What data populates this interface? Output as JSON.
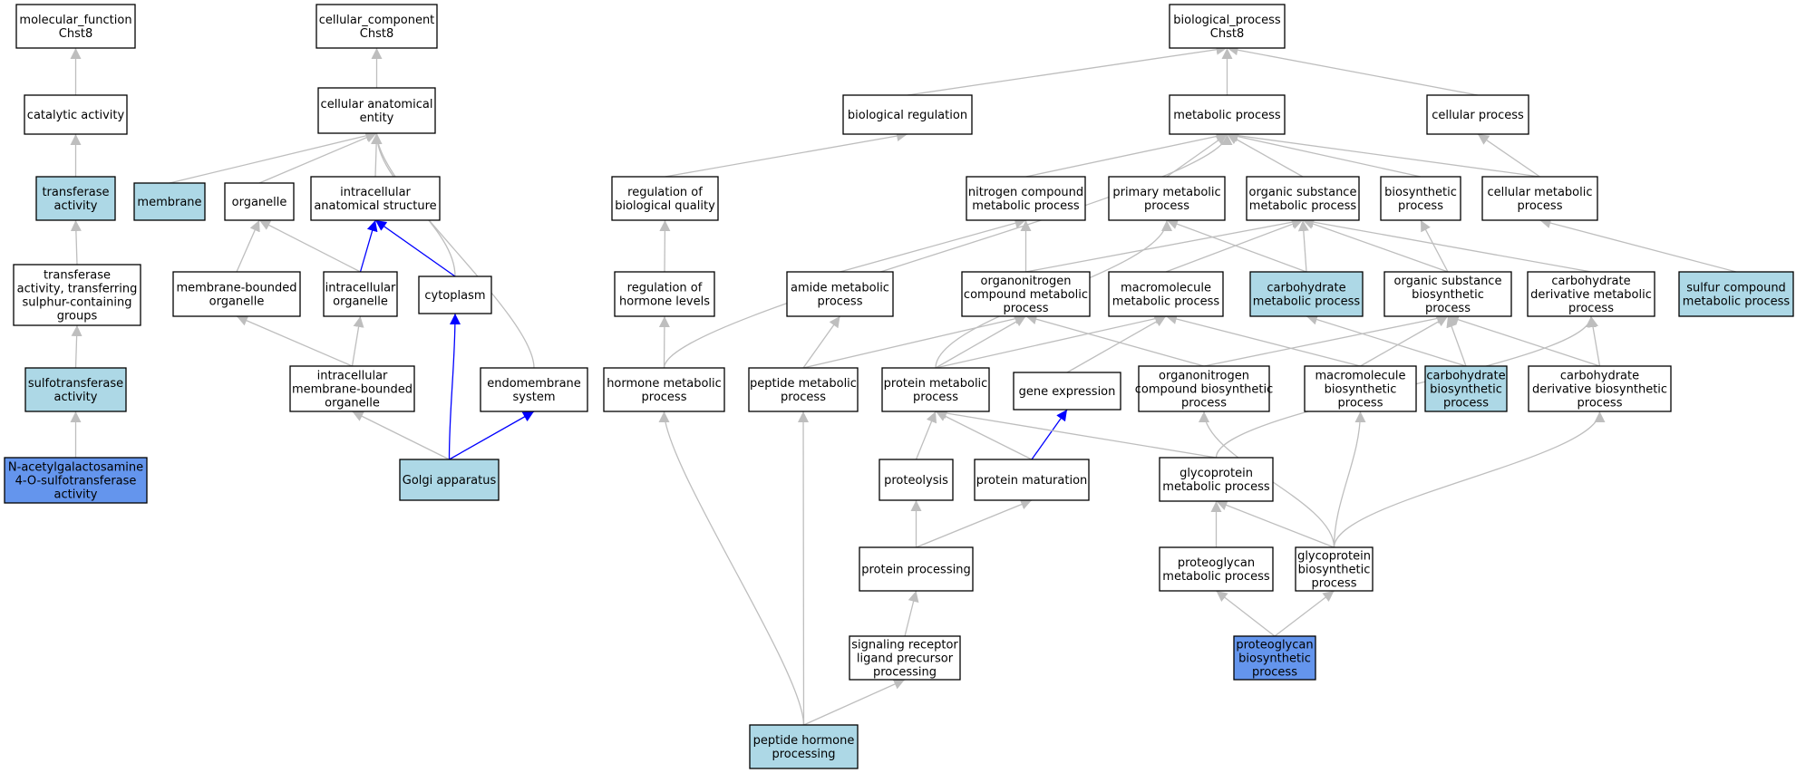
{
  "colors": {
    "default_fill": "#ffffff",
    "annotated_fill": "#add8e6",
    "query_fill": "#6495ed",
    "is_a_edge": "#bebebe",
    "part_of_edge": "#0000ff"
  },
  "nodes": [
    {
      "id": "mf",
      "lines": [
        "molecular_function",
        "Chst8"
      ],
      "style": "default"
    },
    {
      "id": "cc",
      "lines": [
        "cellular_component",
        "Chst8"
      ],
      "style": "default"
    },
    {
      "id": "bp",
      "lines": [
        "biological_process",
        "Chst8"
      ],
      "style": "default"
    },
    {
      "id": "catalytic",
      "lines": [
        "catalytic activity"
      ],
      "style": "default"
    },
    {
      "id": "cae",
      "lines": [
        "cellular anatomical",
        "entity"
      ],
      "style": "default"
    },
    {
      "id": "bioreg",
      "lines": [
        "biological regulation"
      ],
      "style": "default"
    },
    {
      "id": "metab",
      "lines": [
        "metabolic process"
      ],
      "style": "default"
    },
    {
      "id": "cellproc",
      "lines": [
        "cellular process"
      ],
      "style": "default"
    },
    {
      "id": "transferase",
      "lines": [
        "transferase",
        "activity"
      ],
      "style": "annotated"
    },
    {
      "id": "membrane",
      "lines": [
        "membrane"
      ],
      "style": "annotated"
    },
    {
      "id": "organelle",
      "lines": [
        "organelle"
      ],
      "style": "default"
    },
    {
      "id": "ias",
      "lines": [
        "intracellular",
        "anatomical structure"
      ],
      "style": "default"
    },
    {
      "id": "regbq",
      "lines": [
        "regulation of",
        "biological quality"
      ],
      "style": "default"
    },
    {
      "id": "ncmp",
      "lines": [
        "nitrogen compound",
        "metabolic process"
      ],
      "style": "default"
    },
    {
      "id": "pmp",
      "lines": [
        "primary metabolic",
        "process"
      ],
      "style": "default"
    },
    {
      "id": "osmp",
      "lines": [
        "organic substance",
        "metabolic process"
      ],
      "style": "default"
    },
    {
      "id": "biosyn",
      "lines": [
        "biosynthetic",
        "process"
      ],
      "style": "default"
    },
    {
      "id": "cmp",
      "lines": [
        "cellular metabolic",
        "process"
      ],
      "style": "default"
    },
    {
      "id": "tsulf",
      "lines": [
        "transferase",
        "activity, transferring",
        "sulphur-containing",
        "groups"
      ],
      "style": "default"
    },
    {
      "id": "mbo",
      "lines": [
        "membrane-bounded",
        "organelle"
      ],
      "style": "default"
    },
    {
      "id": "intorg",
      "lines": [
        "intracellular",
        "organelle"
      ],
      "style": "default"
    },
    {
      "id": "cytoplasm",
      "lines": [
        "cytoplasm"
      ],
      "style": "default"
    },
    {
      "id": "reghl",
      "lines": [
        "regulation of",
        "hormone levels"
      ],
      "style": "default"
    },
    {
      "id": "amide",
      "lines": [
        "amide metabolic",
        "process"
      ],
      "style": "default"
    },
    {
      "id": "oncmp",
      "lines": [
        "organonitrogen",
        "compound metabolic",
        "process"
      ],
      "style": "default"
    },
    {
      "id": "macromp",
      "lines": [
        "macromolecule",
        "metabolic process"
      ],
      "style": "default"
    },
    {
      "id": "carbmp",
      "lines": [
        "carbohydrate",
        "metabolic process"
      ],
      "style": "annotated"
    },
    {
      "id": "osbp",
      "lines": [
        "organic substance",
        "biosynthetic",
        "process"
      ],
      "style": "default"
    },
    {
      "id": "cdmp",
      "lines": [
        "carbohydrate",
        "derivative metabolic",
        "process"
      ],
      "style": "default"
    },
    {
      "id": "sulfcmp",
      "lines": [
        "sulfur compound",
        "metabolic process"
      ],
      "style": "annotated"
    },
    {
      "id": "sulfotrans",
      "lines": [
        "sulfotransferase",
        "activity"
      ],
      "style": "annotated"
    },
    {
      "id": "imbo",
      "lines": [
        "intracellular",
        "membrane-bounded",
        "organelle"
      ],
      "style": "default"
    },
    {
      "id": "endomem",
      "lines": [
        "endomembrane",
        "system"
      ],
      "style": "default"
    },
    {
      "id": "hormmp",
      "lines": [
        "hormone metabolic",
        "process"
      ],
      "style": "default"
    },
    {
      "id": "pepmp",
      "lines": [
        "peptide metabolic",
        "process"
      ],
      "style": "default"
    },
    {
      "id": "protmp",
      "lines": [
        "protein metabolic",
        "process"
      ],
      "style": "default"
    },
    {
      "id": "geneexp",
      "lines": [
        "gene expression"
      ],
      "style": "default"
    },
    {
      "id": "oncbp",
      "lines": [
        "organonitrogen",
        "compound biosynthetic",
        "process"
      ],
      "style": "default"
    },
    {
      "id": "macrobp",
      "lines": [
        "macromolecule",
        "biosynthetic",
        "process"
      ],
      "style": "default"
    },
    {
      "id": "carbbp",
      "lines": [
        "carbohydrate",
        "biosynthetic",
        "process"
      ],
      "style": "annotated"
    },
    {
      "id": "cdbp",
      "lines": [
        "carbohydrate",
        "derivative biosynthetic",
        "process"
      ],
      "style": "default"
    },
    {
      "id": "nacgal",
      "lines": [
        "N-acetylgalactosamine",
        "4-O-sulfotransferase",
        "activity"
      ],
      "style": "query"
    },
    {
      "id": "golgi",
      "lines": [
        "Golgi apparatus"
      ],
      "style": "annotated"
    },
    {
      "id": "proteolysis",
      "lines": [
        "proteolysis"
      ],
      "style": "default"
    },
    {
      "id": "protmat",
      "lines": [
        "protein maturation"
      ],
      "style": "default"
    },
    {
      "id": "glycomp",
      "lines": [
        "glycoprotein",
        "metabolic process"
      ],
      "style": "default"
    },
    {
      "id": "protproc",
      "lines": [
        "protein processing"
      ],
      "style": "default"
    },
    {
      "id": "pgmp",
      "lines": [
        "proteoglycan",
        "metabolic process"
      ],
      "style": "default"
    },
    {
      "id": "glycobp",
      "lines": [
        "glycoprotein",
        "biosynthetic",
        "process"
      ],
      "style": "default"
    },
    {
      "id": "srlpp",
      "lines": [
        "signaling receptor",
        "ligand precursor",
        "processing"
      ],
      "style": "default"
    },
    {
      "id": "pgbp",
      "lines": [
        "proteoglycan",
        "biosynthetic",
        "process"
      ],
      "style": "query"
    },
    {
      "id": "phproc",
      "lines": [
        "peptide hormone",
        "processing"
      ],
      "style": "annotated"
    }
  ],
  "edges": [
    {
      "from": "catalytic",
      "to": "mf",
      "type": "is_a"
    },
    {
      "from": "transferase",
      "to": "catalytic",
      "type": "is_a"
    },
    {
      "from": "tsulf",
      "to": "transferase",
      "type": "is_a"
    },
    {
      "from": "sulfotrans",
      "to": "tsulf",
      "type": "is_a"
    },
    {
      "from": "nacgal",
      "to": "sulfotrans",
      "type": "is_a"
    },
    {
      "from": "cae",
      "to": "cc",
      "type": "is_a"
    },
    {
      "from": "membrane",
      "to": "cae",
      "type": "is_a"
    },
    {
      "from": "organelle",
      "to": "cae",
      "type": "is_a"
    },
    {
      "from": "ias",
      "to": "cae",
      "type": "is_a"
    },
    {
      "from": "cytoplasm",
      "to": "cae",
      "type": "is_a"
    },
    {
      "from": "endomem",
      "to": "cae",
      "type": "is_a"
    },
    {
      "from": "mbo",
      "to": "organelle",
      "type": "is_a"
    },
    {
      "from": "intorg",
      "to": "organelle",
      "type": "is_a"
    },
    {
      "from": "intorg",
      "to": "ias",
      "type": "part_of"
    },
    {
      "from": "cytoplasm",
      "to": "ias",
      "type": "part_of"
    },
    {
      "from": "imbo",
      "to": "mbo",
      "type": "is_a"
    },
    {
      "from": "imbo",
      "to": "intorg",
      "type": "is_a"
    },
    {
      "from": "golgi",
      "to": "imbo",
      "type": "is_a"
    },
    {
      "from": "golgi",
      "to": "cytoplasm",
      "type": "part_of"
    },
    {
      "from": "golgi",
      "to": "endomem",
      "type": "part_of"
    },
    {
      "from": "bioreg",
      "to": "bp",
      "type": "is_a"
    },
    {
      "from": "metab",
      "to": "bp",
      "type": "is_a"
    },
    {
      "from": "cellproc",
      "to": "bp",
      "type": "is_a"
    },
    {
      "from": "regbq",
      "to": "bioreg",
      "type": "is_a"
    },
    {
      "from": "reghl",
      "to": "regbq",
      "type": "is_a"
    },
    {
      "from": "hormmp",
      "to": "reghl",
      "type": "is_a"
    },
    {
      "from": "hormmp",
      "to": "metab",
      "type": "is_a"
    },
    {
      "from": "ncmp",
      "to": "metab",
      "type": "is_a"
    },
    {
      "from": "pmp",
      "to": "metab",
      "type": "is_a"
    },
    {
      "from": "osmp",
      "to": "metab",
      "type": "is_a"
    },
    {
      "from": "biosyn",
      "to": "metab",
      "type": "is_a"
    },
    {
      "from": "cmp",
      "to": "metab",
      "type": "is_a"
    },
    {
      "from": "cmp",
      "to": "cellproc",
      "type": "is_a"
    },
    {
      "from": "amide",
      "to": "ncmp",
      "type": "is_a"
    },
    {
      "from": "oncmp",
      "to": "ncmp",
      "type": "is_a"
    },
    {
      "from": "oncmp",
      "to": "osmp",
      "type": "is_a"
    },
    {
      "from": "macromp",
      "to": "osmp",
      "type": "is_a"
    },
    {
      "from": "carbmp",
      "to": "osmp",
      "type": "is_a"
    },
    {
      "from": "carbmp",
      "to": "pmp",
      "type": "is_a"
    },
    {
      "from": "osbp",
      "to": "osmp",
      "type": "is_a"
    },
    {
      "from": "osbp",
      "to": "biosyn",
      "type": "is_a"
    },
    {
      "from": "cdmp",
      "to": "osmp",
      "type": "is_a"
    },
    {
      "from": "sulfcmp",
      "to": "cmp",
      "type": "is_a"
    },
    {
      "from": "pepmp",
      "to": "amide",
      "type": "is_a"
    },
    {
      "from": "pepmp",
      "to": "oncmp",
      "type": "is_a"
    },
    {
      "from": "protmp",
      "to": "oncmp",
      "type": "is_a"
    },
    {
      "from": "protmp",
      "to": "macromp",
      "type": "is_a"
    },
    {
      "from": "protmp",
      "to": "pmp",
      "type": "is_a"
    },
    {
      "from": "geneexp",
      "to": "macromp",
      "type": "is_a"
    },
    {
      "from": "oncbp",
      "to": "oncmp",
      "type": "is_a"
    },
    {
      "from": "oncbp",
      "to": "osbp",
      "type": "is_a"
    },
    {
      "from": "macrobp",
      "to": "macromp",
      "type": "is_a"
    },
    {
      "from": "macrobp",
      "to": "osbp",
      "type": "is_a"
    },
    {
      "from": "carbbp",
      "to": "carbmp",
      "type": "is_a"
    },
    {
      "from": "carbbp",
      "to": "osbp",
      "type": "is_a"
    },
    {
      "from": "cdbp",
      "to": "cdmp",
      "type": "is_a"
    },
    {
      "from": "cdbp",
      "to": "osbp",
      "type": "is_a"
    },
    {
      "from": "proteolysis",
      "to": "protmp",
      "type": "is_a"
    },
    {
      "from": "protmat",
      "to": "protmp",
      "type": "is_a"
    },
    {
      "from": "protmat",
      "to": "geneexp",
      "type": "part_of"
    },
    {
      "from": "glycomp",
      "to": "protmp",
      "type": "is_a"
    },
    {
      "from": "glycomp",
      "to": "cdmp",
      "type": "is_a"
    },
    {
      "from": "protproc",
      "to": "proteolysis",
      "type": "is_a"
    },
    {
      "from": "protproc",
      "to": "protmat",
      "type": "is_a"
    },
    {
      "from": "pgmp",
      "to": "glycomp",
      "type": "is_a"
    },
    {
      "from": "glycobp",
      "to": "glycomp",
      "type": "is_a"
    },
    {
      "from": "glycobp",
      "to": "oncbp",
      "type": "is_a"
    },
    {
      "from": "glycobp",
      "to": "macrobp",
      "type": "is_a"
    },
    {
      "from": "glycobp",
      "to": "cdbp",
      "type": "is_a"
    },
    {
      "from": "srlpp",
      "to": "protproc",
      "type": "is_a"
    },
    {
      "from": "pgbp",
      "to": "pgmp",
      "type": "is_a"
    },
    {
      "from": "pgbp",
      "to": "glycobp",
      "type": "is_a"
    },
    {
      "from": "phproc",
      "to": "srlpp",
      "type": "is_a"
    },
    {
      "from": "phproc",
      "to": "pepmp",
      "type": "is_a"
    },
    {
      "from": "phproc",
      "to": "hormmp",
      "type": "is_a"
    }
  ]
}
